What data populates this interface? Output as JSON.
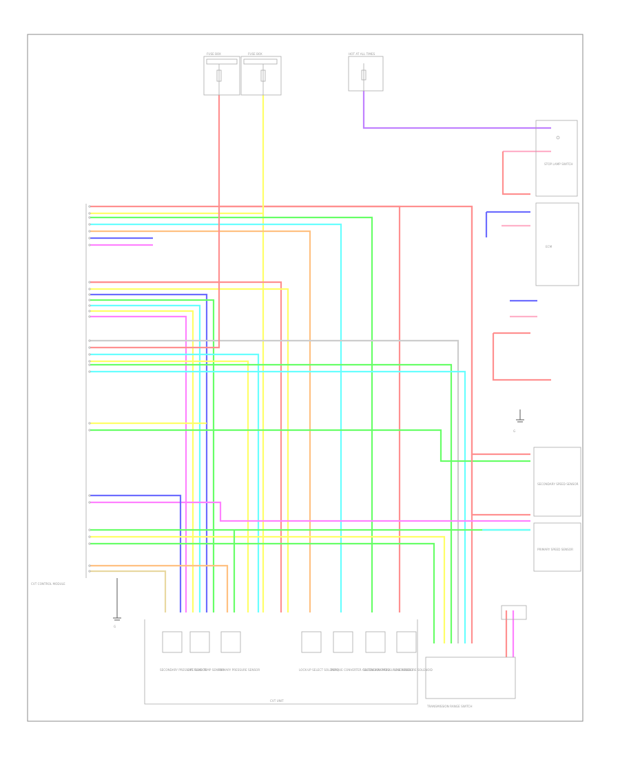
{
  "diagram": {
    "footer_code": "",
    "colors": {
      "red": "#ff8f8f",
      "yellow": "#ffff66",
      "green": "#66ff66",
      "cyan": "#66ffff",
      "blue": "#6b6bff",
      "magenta": "#ff80ff",
      "orange": "#ffc080",
      "pink": "#ffb0c8",
      "tan": "#e8d8a0",
      "gray": "#cccccc",
      "violet": "#c080ff",
      "frame": "#8a8a8a"
    },
    "components": [
      {
        "id": "fuse-box-1",
        "label": "FUSE BOX"
      },
      {
        "id": "fuse-box-2",
        "label": "FUSE BOX"
      },
      {
        "id": "fuse-box-3",
        "label": "HOT AT ALL TIMES"
      },
      {
        "id": "tcm",
        "label": "CVT CONTROL MODULE"
      },
      {
        "id": "stop-lamp-switch",
        "label": "STOP LAMP SWITCH"
      },
      {
        "id": "ecm",
        "label": "ECM"
      },
      {
        "id": "secondary-speed-sensor",
        "label": "SECONDARY SPEED SENSOR"
      },
      {
        "id": "primary-speed-sensor",
        "label": "PRIMARY SPEED SENSOR"
      },
      {
        "id": "cvt-unit",
        "label": "CVT UNIT"
      },
      {
        "id": "transmission-range-switch",
        "label": "TRANSMISSION RANGE SWITCH"
      },
      {
        "id": "ground-1",
        "label": "G"
      },
      {
        "id": "ground-2",
        "label": "G"
      }
    ],
    "cvt_unit_parts": [
      {
        "id": "secondary-pressure-sensor",
        "label": "SECONDARY PRESSURE SENSOR"
      },
      {
        "id": "cvt-fluid-temp-sensor",
        "label": "CVT FLUID TEMP SENSOR"
      },
      {
        "id": "primary-pressure-sensor",
        "label": "PRIMARY PRESSURE SENSOR"
      },
      {
        "id": "lock-up-select-solenoid",
        "label": "LOCK-UP SELECT SOLENOID"
      },
      {
        "id": "torque-converter-clutch-solenoid",
        "label": "TORQUE CONVERTER CLUTCH SOLENOID"
      },
      {
        "id": "secondary-pressure-solenoid",
        "label": "SECONDARY PRESSURE SOLENOID"
      },
      {
        "id": "line-pressure-solenoid",
        "label": "LINE PRESSURE SOLENOID"
      }
    ]
  }
}
